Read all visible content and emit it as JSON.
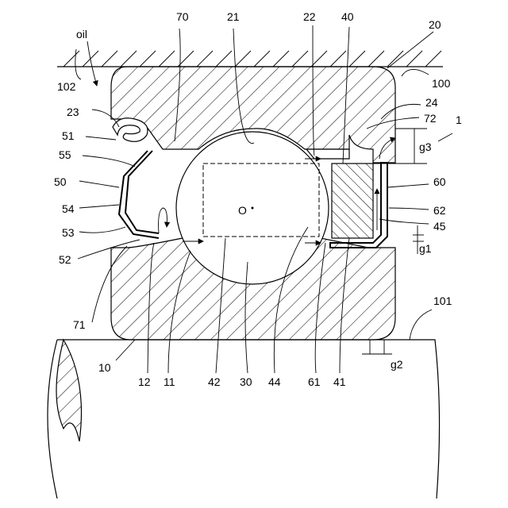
{
  "labels": {
    "oil": "oil",
    "n102": "102",
    "n70": "70",
    "n21": "21",
    "n22": "22",
    "n40": "40",
    "n20": "20",
    "n100": "100",
    "n24": "24",
    "n72": "72",
    "n1": "1",
    "g3": "g3",
    "n23": "23",
    "n51": "51",
    "n55": "55",
    "n50": "50",
    "n60": "60",
    "n54": "54",
    "n62": "62",
    "n53": "53",
    "n45": "45",
    "g1": "g1",
    "n52": "52",
    "centerO": "O",
    "n101": "101",
    "n71": "71",
    "n10": "10",
    "g2": "g2",
    "n12": "12",
    "n11": "11",
    "n42": "42",
    "n30": "30",
    "n44": "44",
    "n61": "61",
    "n41": "41"
  }
}
